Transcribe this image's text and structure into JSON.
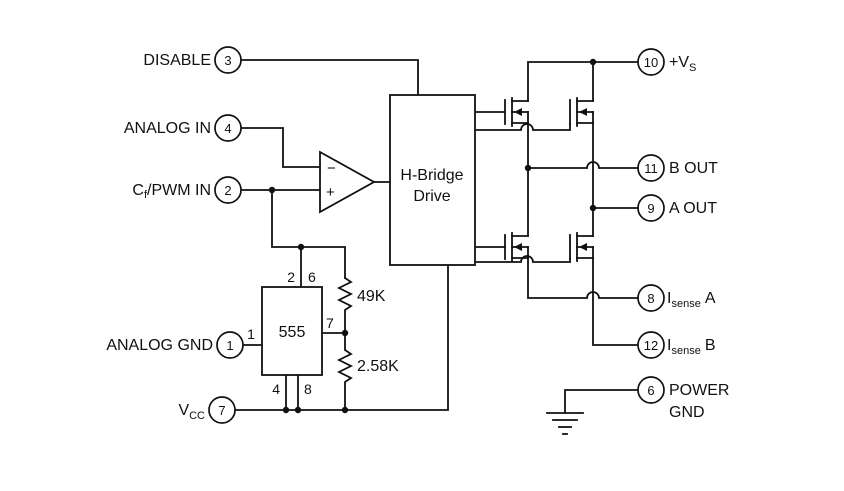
{
  "pins": {
    "disable": {
      "label": "DISABLE",
      "number": "3"
    },
    "analog_in": {
      "label": "ANALOG IN",
      "number": "4"
    },
    "cf_pwm_in": {
      "label_main": "C",
      "label_sub": "f",
      "label_rest": "/PWM IN",
      "number": "2"
    },
    "analog_gnd": {
      "label": "ANALOG GND",
      "number": "1"
    },
    "vcc": {
      "label_main": "V",
      "label_sub": "CC",
      "number": "7"
    },
    "vs": {
      "label_main": "+V",
      "label_sub": "S",
      "number": "10"
    },
    "b_out": {
      "label": "B OUT",
      "number": "11"
    },
    "a_out": {
      "label": "A OUT",
      "number": "9"
    },
    "isense_a": {
      "label_main": "I",
      "label_sub": "sense",
      "label_rest": "A",
      "number": "8"
    },
    "isense_b": {
      "label_main": "I",
      "label_sub": "sense",
      "label_rest": "B",
      "number": "12"
    },
    "power_gnd": {
      "label_line1": "POWER",
      "label_line2": "GND",
      "number": "6"
    }
  },
  "components": {
    "h_bridge": {
      "line1": "H-Bridge",
      "line2": "Drive"
    },
    "timer_555": {
      "label": "555",
      "pin2": "2",
      "pin6": "6",
      "pin1": "1",
      "pin7": "7",
      "pin4": "4",
      "pin8": "8"
    },
    "resistor_49k": {
      "label": "49K"
    },
    "resistor_2_58k": {
      "label": "2.58K"
    },
    "comparator": {
      "inverting": "−",
      "noninverting": "+"
    }
  }
}
